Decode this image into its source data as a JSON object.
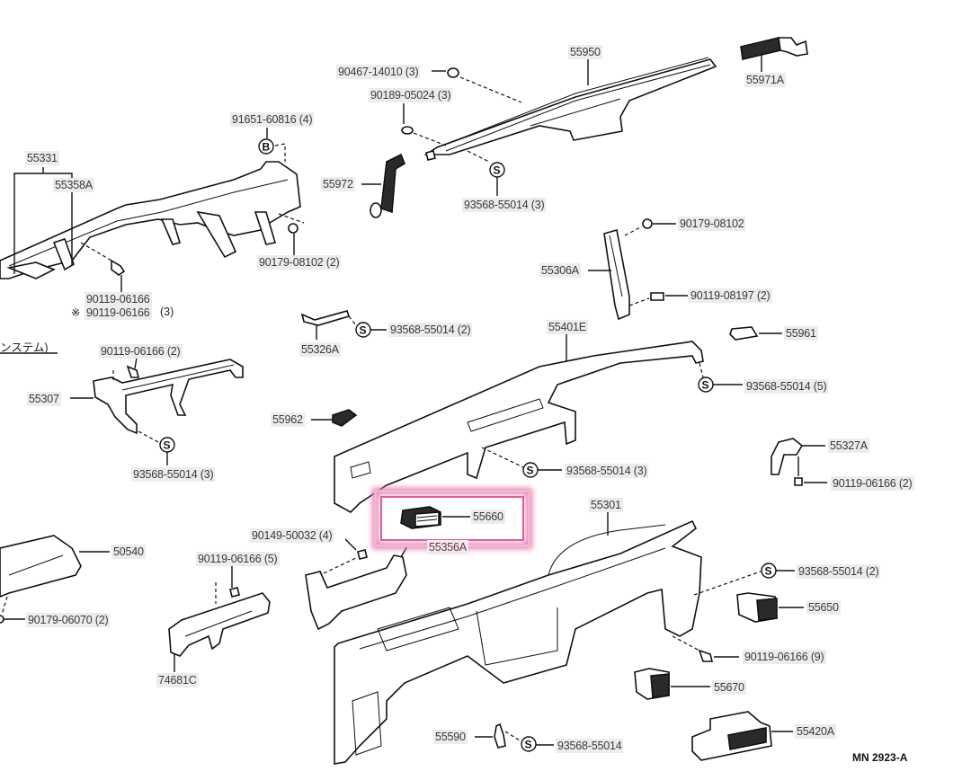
{
  "diagram": {
    "title_code": "MN 2923-A",
    "japanese_note": "ンステム)",
    "symbols": {
      "screw_symbol": "S",
      "bolt_symbol": "B",
      "star_mark": "※"
    },
    "highlighted_part": "55660",
    "highlight_color": "#d9609a",
    "labels": {
      "p90467_14010": "90467-14010 (3)",
      "p55950": "55950",
      "p55971A": "55971A",
      "p90189_05024": "90189-05024 (3)",
      "p91651_60816": "91651-60816 (4)",
      "p55331": "55331",
      "p55358A": "55358A",
      "p55972": "55972",
      "p93568_55014_3a": "93568-55014 (3)",
      "p90179_08102_2": "90179-08102 (2)",
      "p90179_08102": "90179-08102",
      "p55306A": "55306A",
      "p90119_08197": "90119-08197 (2)",
      "p90119_06166_a": "90119-06166",
      "p90119_06166_b": "90119-06166",
      "p90119_06166_b_qty": "(3)",
      "p55326A": "55326A",
      "p93568_55014_2a": "93568-55014 (2)",
      "p55401E": "55401E",
      "p55961": "55961",
      "p90119_06166_2a": "90119-06166 (2)",
      "p55307": "55307",
      "p93568_55014_5": "93568-55014 (5)",
      "p55962": "55962",
      "p55327A": "55327A",
      "p93568_55014_3b": "93568-55014 (3)",
      "p93568_55014_3c": "93568-55014 (3)",
      "p90119_06166_2b": "90119-06166 (2)",
      "p55660": "55660",
      "p55301": "55301",
      "p90149_50032": "90149-50032 (4)",
      "p55356A": "55356A",
      "p50540": "50540",
      "p90119_06166_5": "90119-06166 (5)",
      "p93568_55014_2b": "93568-55014 (2)",
      "p55650": "55650",
      "p90179_06070": "90179-06070 (2)",
      "p90119_06166_9": "90119-06166 (9)",
      "p74681C": "74681C",
      "p55670": "55670",
      "p55590": "55590",
      "p93568_55014": "93568-55014",
      "p55420A": "55420A"
    }
  }
}
